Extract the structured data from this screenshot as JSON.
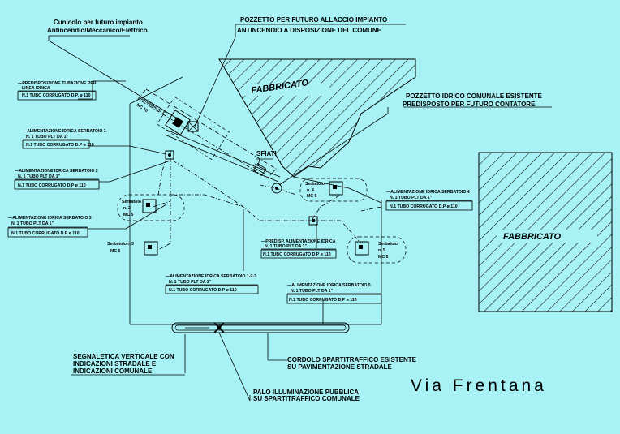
{
  "labels": {
    "cunicolo_1": "Cunicolo per futuro impianto",
    "cunicolo_2": "Antincendio/Meccanico/Elettrico",
    "pozzetto_allaccio_1": "POZZETTO PER FUTURO ALLACCIO IMPIANTO",
    "pozzetto_allaccio_2": "ANTINCENDIO A DISPOSIZIONE DEL COMUNE",
    "pozzetto_idrico_1": "POZZETTO IDRICO COMUNALE ESISTENTE",
    "pozzetto_idrico_2": "PREDISPOSTO PER FUTURO CONTATORE",
    "sfiati": "SFIATI",
    "fabbricato_1": "FABBRICATO",
    "fabbricato_2": "FABBRICATO",
    "segnaletica_1": "SEGNALETICA VERTICALE CON",
    "segnaletica_2": "INDICAZIONI STRADALE  E",
    "segnaletica_3": "INDICAZIONI COMUNALE",
    "cordolo_1": "CORDOLO SPARTITRAFFICO ESISTENTE",
    "cordolo_2": "SU PAVIMENTAZIONE STRADALE",
    "palo_1": "PALO ILLUMINAZIONE PUBBLICA",
    "palo_2": "SU SPARTITRAFFICO COMUNALE",
    "via": "Via Frentana"
  },
  "boxes": {
    "predisp_linea": {
      "line1": "—PREDISPOSIZIONE TUBAZIONE PER",
      "line2": "LINEA IDRICA",
      "line3": "N.1 TUBO CORRUGATO D.P. ø 110"
    },
    "serb1": {
      "line1": "—ALIMENTAZIONE IDRICA SERBATOIO 1",
      "line2": "N. 1 TUBO PLT DA 1\"",
      "line3": "N.1 TUBO CORRUGATO D.P ø 110"
    },
    "serb2": {
      "line1": "—ALIMENTAZIONE IDRICA SERBATOIO 2",
      "line2": "N. 1 TUBO PLT DA 1\"",
      "line3": "N.1 TUBO CORRUGATO D.P ø 110"
    },
    "serb3": {
      "line1": "—ALIMENTAZIONE IDRICA SERBATOIO 3",
      "line2": "N. 1 TUBO PLT DA 1\"",
      "line3": "N.1 TUBO CORRUGATO D.P ø 110"
    },
    "serb4": {
      "line1": "—ALIMENTAZIONE IDRICA SERBATOIO 4",
      "line2": "N. 1 TUBO PLT DA 1\"",
      "line3": "N.1 TUBO CORRUGATO D.P ø 110"
    },
    "serb5": {
      "line1": "—ALIMENTAZIONE IDRICA SERBATOIO 5",
      "line2": "N. 1 TUBO PLT DA 1\"",
      "line3": "N.1 TUBO CORRUGATO D.P ø 110"
    },
    "serb123": {
      "line1": "—ALIMENTAZIONE IDRICA SERBATOIO 1-2-3",
      "line2": "N. 1 TUBO PLT DA 1\"",
      "line3": "N.1 TUBO CORRUGATO D.P ø 110"
    },
    "predisp_alim": {
      "line1": "—PREDISP. ALIMENTAZIONE IDRICA",
      "line2": "N. 1 TUBO PLT DA 1\"",
      "line3": "N.1 TUBO CORRUGATO D.P ø 110"
    }
  },
  "tanks": {
    "s1": {
      "name": "Serbatoio n. 1",
      "mc": "MC 10"
    },
    "s2": {
      "name": "Serbatoio",
      "num": "n. 2",
      "mc": "MC 5"
    },
    "s3": {
      "name": "Serbatoio n.3",
      "mc": "MC 5"
    },
    "s4": {
      "name": "Serbatoio",
      "num": "n. 4",
      "mc": "MC 5"
    },
    "s5": {
      "name": "Serbatoio",
      "num": "n. 5",
      "mc": "MC 5"
    }
  },
  "colors": {
    "background": "#a8f2f5",
    "ink": "#000000"
  }
}
